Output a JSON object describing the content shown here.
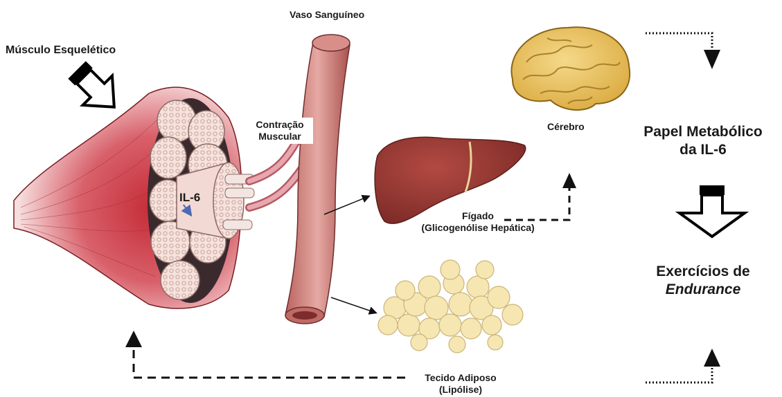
{
  "labels": {
    "musculo": "Músculo Esquelético",
    "vaso": "Vaso Sanguíneo",
    "contracao_1": "Contração",
    "contracao_2": "Muscular",
    "il6": "IL-6",
    "cerebro": "Cérebro",
    "figado_1": "Fígado",
    "figado_2": "(Glicogenólise Hepática)",
    "tecido_1": "Tecido Adiposo",
    "tecido_2": "(Lipólise)"
  },
  "panel": {
    "papel_1": "Papel Metabólico",
    "papel_2": "da IL-6",
    "exercicios_1": "Exercícios de",
    "exercicios_2": "Endurance"
  },
  "colors": {
    "muscle": "#b5303a",
    "vessel": "#c97b7b",
    "liver": "#9a3a34",
    "brain": "#e8c35a",
    "fat": "#f4e3a8",
    "text": "#1a1a1a",
    "arrow_blue": "#4a6ab5"
  }
}
